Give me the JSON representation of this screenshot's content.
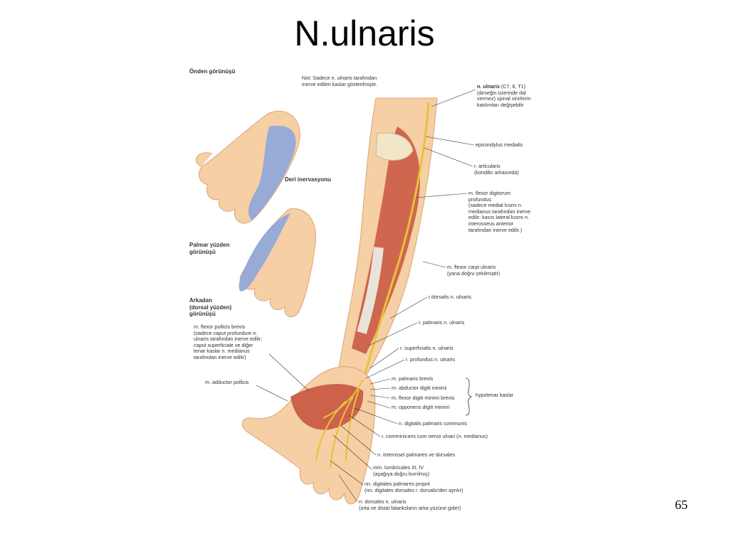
{
  "title": "N.ulnaris",
  "page_number": "65",
  "figure": {
    "view_heading": "Önden görünüşü",
    "note": "Not: Sadece n. ulnaris tarafından\ninerve edilen kaslar gösterilmiştir.",
    "skin_innervation": "Deri inervasyonu",
    "palmar_view": "Palmar yüzden\ngörünüşü",
    "dorsal_view": "Arkadan\n(dorsal yüzden)\ngörünüşü",
    "labels_right": [
      {
        "bold": "n. ulnaris",
        "text": " (C7, 8, T1)\n(dirseğin üzerinde dal\nvermez) spinal sinirlerin\nkatılımları değişebilir"
      },
      {
        "bold": "",
        "text": "epicondylus medialis"
      },
      {
        "bold": "",
        "text": "r. articularis\n(kondilin arkasında)"
      },
      {
        "bold": "",
        "text": "m. flexor digitorum\nprofundus\n(sadece medial kısmı n.\nmedianus tarafından inerve\nedilir; kasın lateral kısmı n.\ninterosseus anterior\ntarafından inerve edilir.)"
      },
      {
        "bold": "",
        "text": "m. flexor carpi ulnaris\n(yana doğru çekilmiştir)"
      },
      {
        "bold": "",
        "text": "r.dorsalis n. ulnaris"
      },
      {
        "bold": "",
        "text": "r. palmaris n. ulnaris"
      },
      {
        "bold": "",
        "text": "r. superficialis n. ulnaris"
      },
      {
        "bold": "",
        "text": "r. profundus n. ulnaris"
      },
      {
        "bold": "",
        "text": "m. palmaris brevis"
      },
      {
        "bold": "",
        "text": "m. abductor digiti minimi"
      },
      {
        "bold": "",
        "text": "m. flexor digiti minimi brevis"
      },
      {
        "bold": "",
        "text": "m. opponens digiti minimi"
      },
      {
        "bold": "",
        "text": "n. digitalis palmaris  communis"
      },
      {
        "bold": "",
        "text": "r. comminicans cum nervo ulnari (n. medianus)"
      },
      {
        "bold": "",
        "text": "n. interossei palmares ve dorsales"
      },
      {
        "bold": "",
        "text": "mm. lumbricales III, IV\n(aşağıya doğru kıvrılmış)"
      },
      {
        "bold": "",
        "text": "nn. digitales palmares proprii\n(nn. digitales dorsales r. dorsalis'den ayrılır)"
      },
      {
        "bold": "",
        "text": "rr. dorsales n. ulnaris\n(orta ve distal falanksların arka yüzüne gider)"
      }
    ],
    "hypothenar_label": "hypotenar kaslar",
    "labels_left": [
      {
        "text": "m. flexor pollicis brevis\n(sadece caput profundum n.\nulnaris tarafından inerve edilir;\ncaput superficiale ve diğer\ntenar kaslar n. medianus\ntarafından inerve edilir)"
      },
      {
        "text": "m. adductor pollicis"
      }
    ],
    "colors": {
      "nerve": "#e8c23a",
      "muscle": "#c8553f",
      "bone": "#f1e6c8",
      "skin": "#f6cfa4",
      "skin_innervation_area": "#8ea6dc"
    }
  }
}
